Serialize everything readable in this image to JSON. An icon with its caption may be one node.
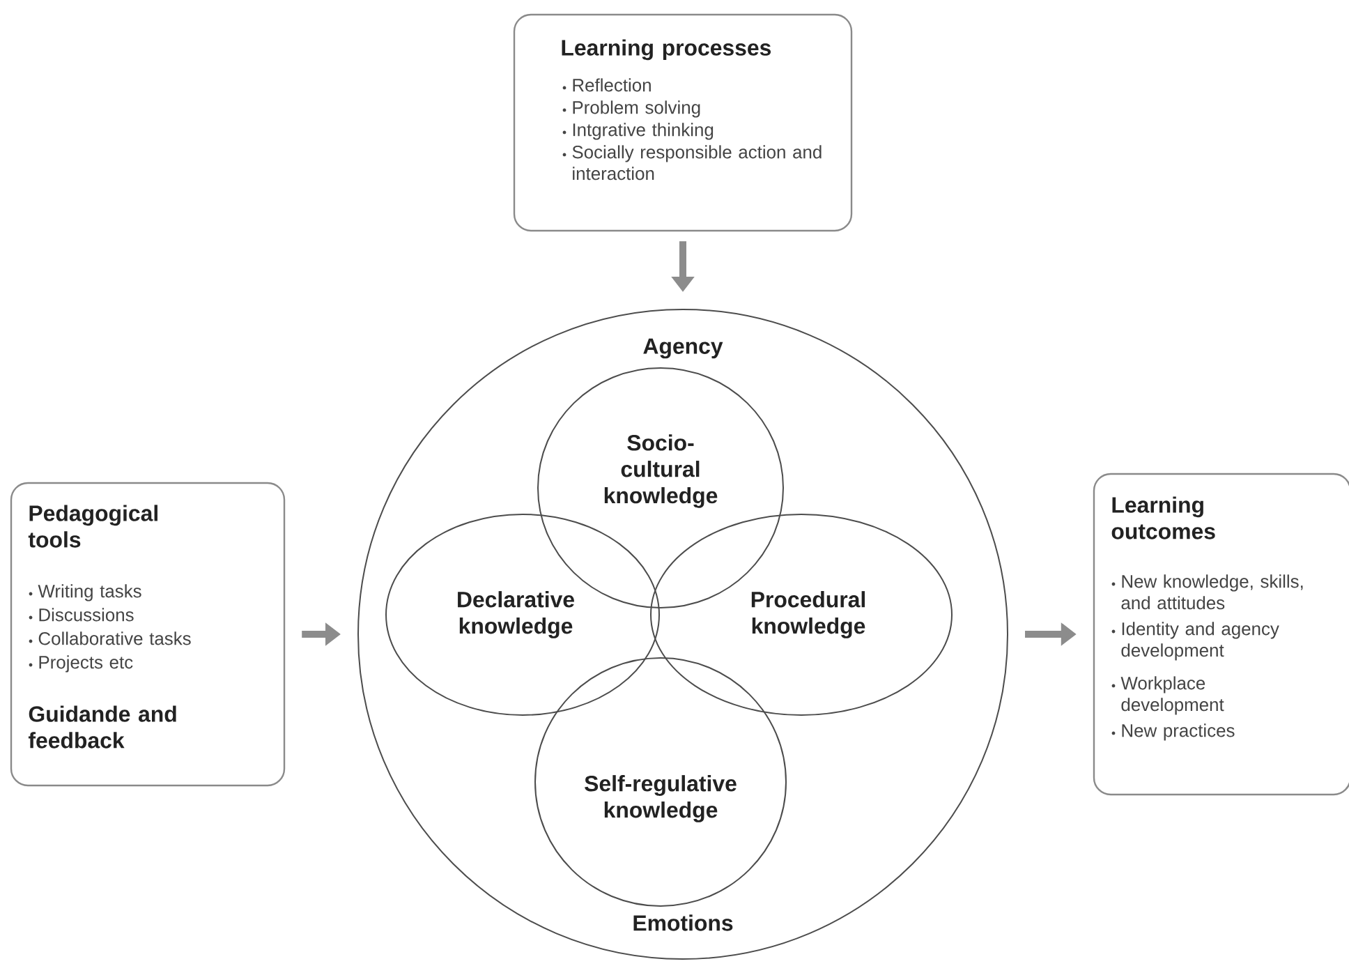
{
  "diagram": {
    "nodes": [
      {
        "text": [
          "Learning processes",
          "Reflection",
          "Problem solving",
          "Intgrative thinking",
          "Socially responsible action and interaction"
        ]
      },
      {
        "text": [
          "Pedagogical tools",
          "Writing tasks",
          "Discussions",
          "Collaborative tasks",
          "Projects etc",
          "Guidande and feedback"
        ]
      },
      {
        "text": [
          "Agency",
          "Emotions"
        ]
      },
      {
        "text": [
          "Socio-cultural knowledge"
        ],
        "in": 2
      },
      {
        "text": [
          "Declarative knowledge"
        ],
        "in": 2
      },
      {
        "text": [
          "Procedural knowledge"
        ],
        "in": 2
      },
      {
        "text": [
          "Self-regulative knowledge"
        ],
        "in": 2
      },
      {
        "text": [
          "Learning outcomes",
          "New knowledge, skills, and attitudes",
          "Identity and agency development",
          "Workplace development",
          "New practices"
        ]
      }
    ],
    "edges": [
      {
        "from": 0,
        "to": 2,
        "arrow": "to"
      },
      {
        "from": 1,
        "to": 2,
        "arrow": "to"
      },
      {
        "from": 2,
        "to": 7,
        "arrow": "to"
      }
    ]
  }
}
